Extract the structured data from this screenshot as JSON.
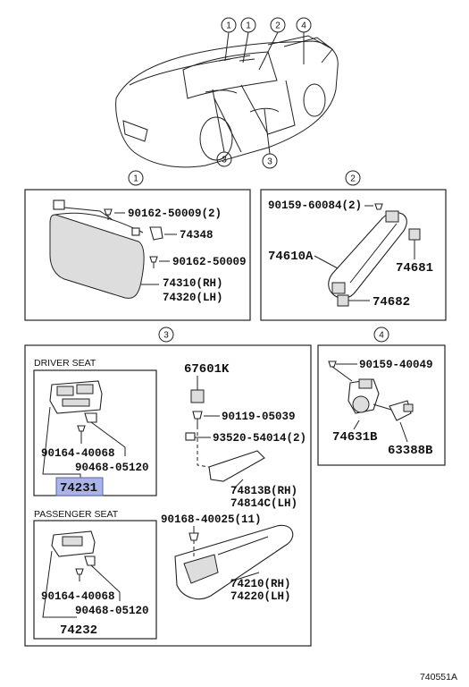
{
  "callouts": [
    "1",
    "1",
    "2",
    "4",
    "3",
    "3"
  ],
  "sections": {
    "s1": {
      "number": "1",
      "labels": [
        "90162-50009(2)",
        "74348",
        "90162-50009",
        "74310(RH)",
        "74320(LH)"
      ]
    },
    "s2": {
      "number": "2",
      "labels": [
        "90159-60084(2)",
        "74610A",
        "74681",
        "74682"
      ]
    },
    "s3": {
      "number": "3",
      "driver_title": "DRIVER SEAT",
      "passenger_title": "PASSENGER SEAT",
      "driver_labels": [
        "90164-40068",
        "90468-05120"
      ],
      "driver_part": "74231",
      "passenger_labels": [
        "90164-40068",
        "90468-05120"
      ],
      "passenger_part": "74232",
      "right_labels": [
        "67601K",
        "90119-05039",
        "93520-54014(2)",
        "74813B(RH)",
        "74814C(LH)",
        "90168-40025(11)",
        "74210(RH)",
        "74220(LH)"
      ]
    },
    "s4": {
      "number": "4",
      "labels": [
        "90159-40049",
        "74631B",
        "63388B"
      ]
    }
  },
  "footer_code": "740551A",
  "colors": {
    "highlight": "#aab4e8"
  }
}
